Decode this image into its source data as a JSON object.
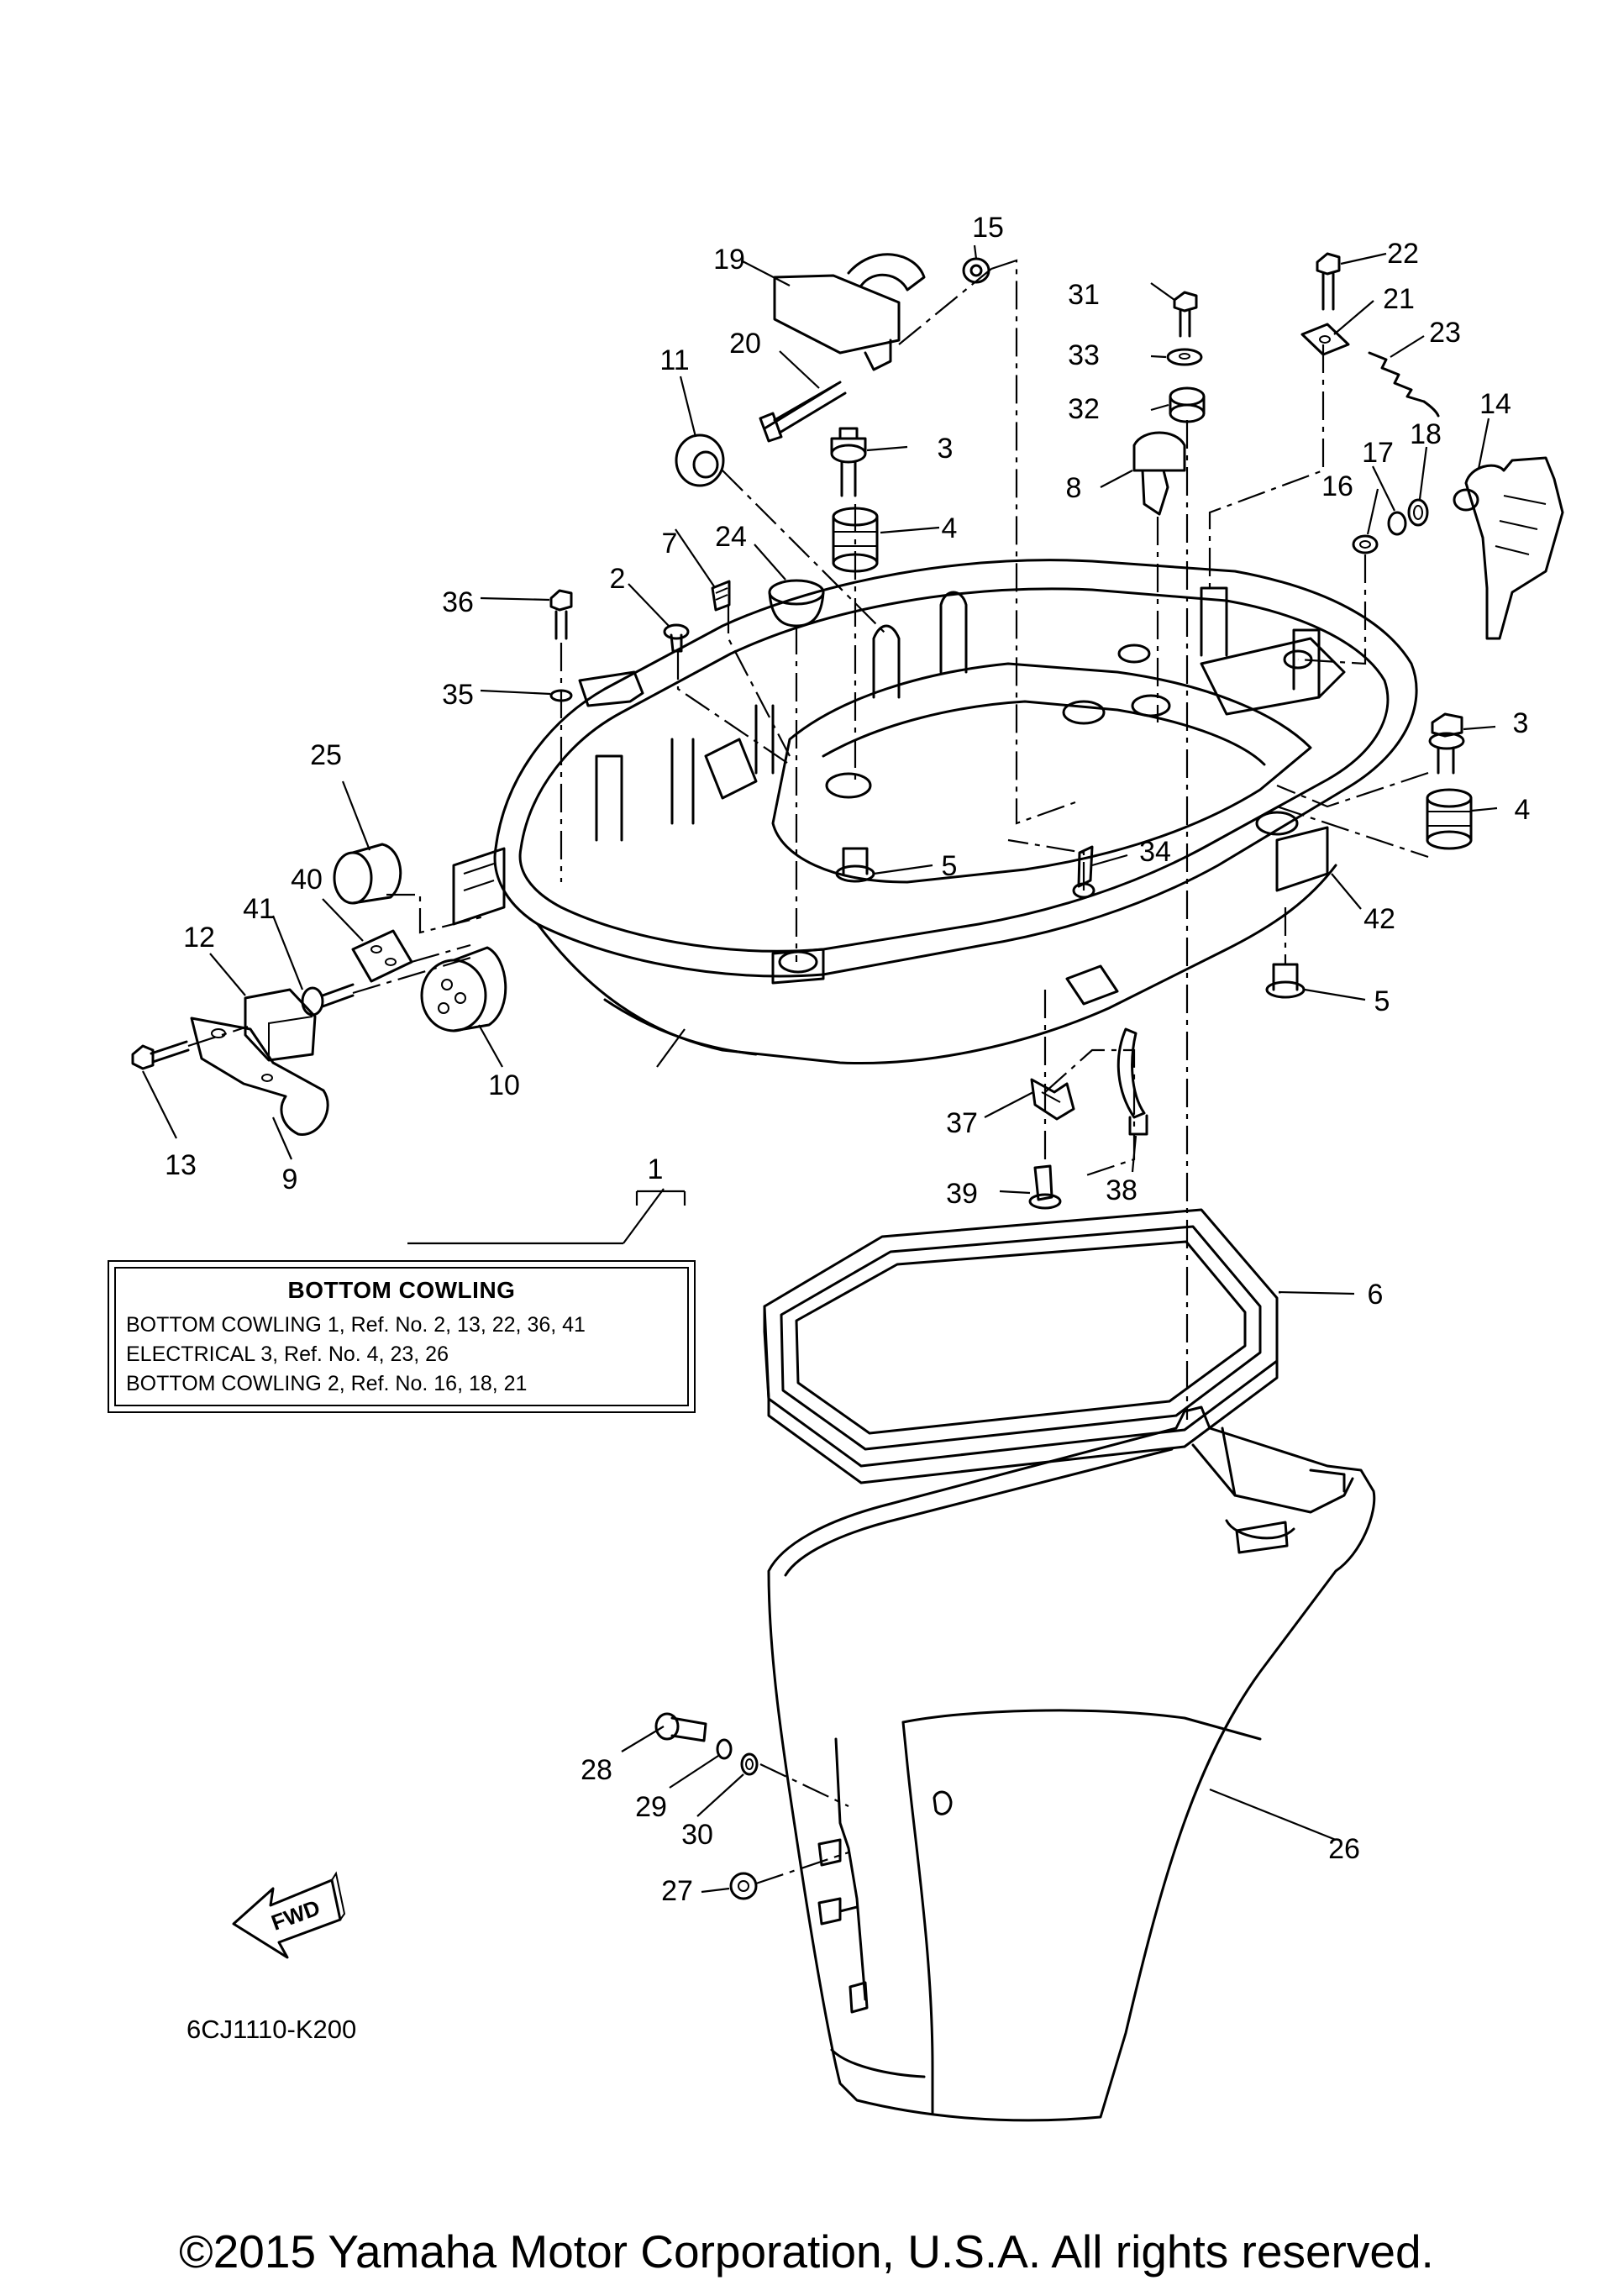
{
  "legend": {
    "title": "BOTTOM COWLING",
    "lines": [
      "BOTTOM COWLING 1,  Ref. No. 2, 13, 22, 36, 41",
      "ELECTRICAL 3,  Ref. No. 4, 23, 26",
      "BOTTOM COWLING 2,  Ref. No. 16, 18, 21"
    ]
  },
  "forward_label": "FWD",
  "diagram_code": "6CJ1110-K200",
  "copyright": "©2015 Yamaha Motor Corporation, U.S.A. All rights reserved.",
  "callouts": {
    "c1": "1",
    "c2": "2",
    "c3a": "3",
    "c3b": "3",
    "c4a": "4",
    "c4b": "4",
    "c5a": "5",
    "c5b": "5",
    "c6": "6",
    "c7": "7",
    "c8": "8",
    "c9": "9",
    "c10": "10",
    "c11": "11",
    "c12": "12",
    "c13": "13",
    "c14": "14",
    "c15": "15",
    "c16": "16",
    "c17": "17",
    "c18": "18",
    "c19": "19",
    "c20": "20",
    "c21": "21",
    "c22": "22",
    "c23": "23",
    "c24": "24",
    "c25": "25",
    "c26": "26",
    "c27": "27",
    "c28": "28",
    "c29": "29",
    "c30": "30",
    "c31": "31",
    "c32": "32",
    "c33": "33",
    "c34": "34",
    "c35": "35",
    "c36": "36",
    "c37": "37",
    "c38": "38",
    "c39": "39",
    "c40": "40",
    "c41": "41",
    "c42": "42"
  }
}
